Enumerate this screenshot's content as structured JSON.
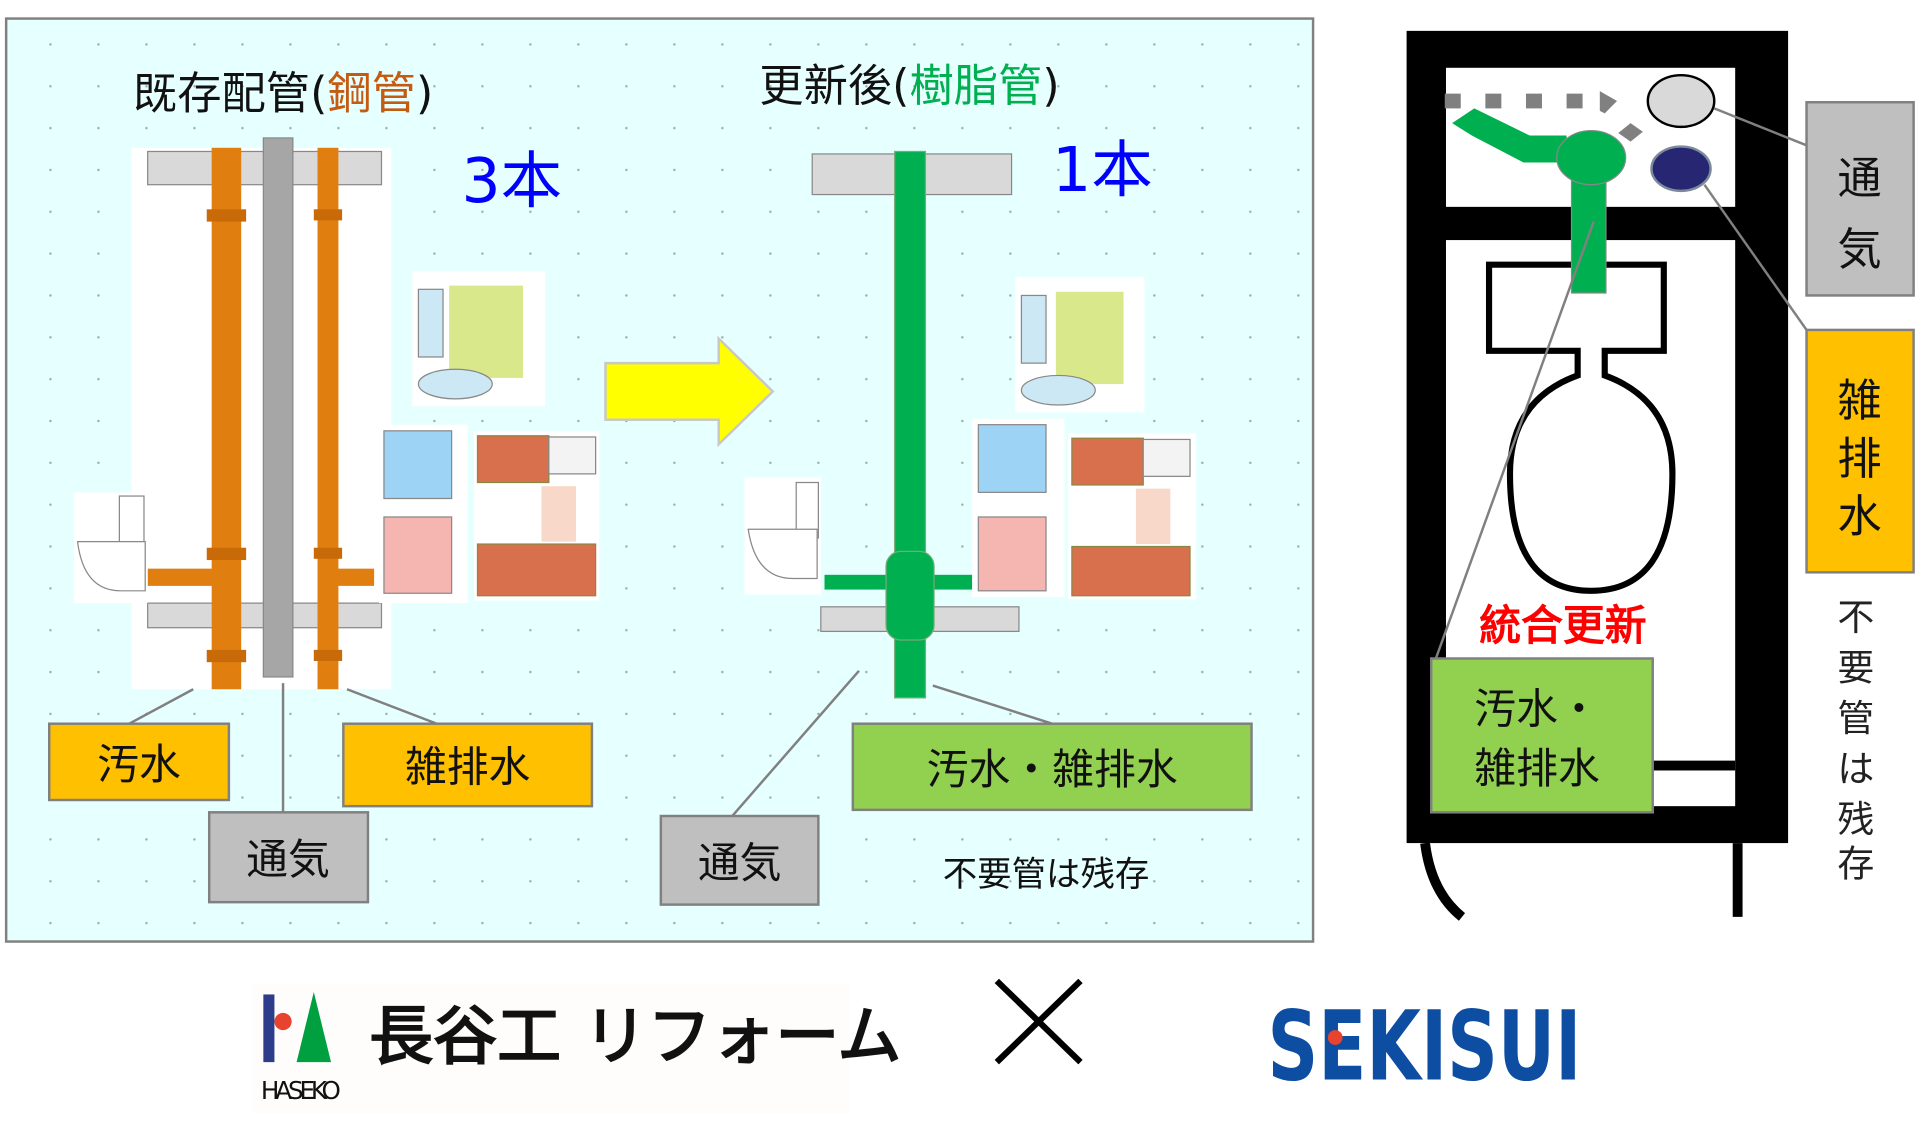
{
  "left_panel": {
    "before_title_prefix": "既存配管(",
    "before_title_material": "鋼管",
    "before_title_suffix": ")",
    "before_count": "3本",
    "after_title_prefix": "更新後(",
    "after_title_material": "樹脂管",
    "after_title_suffix": ")",
    "after_count": "1本",
    "labels": {
      "sewage": "汚水",
      "gray_water": "雑排水",
      "vent_before": "通気",
      "vent_after": "通気",
      "combined": "汚水・雑排水",
      "note": "不要管は残存"
    }
  },
  "right_diagram": {
    "vent": [
      "通",
      "気"
    ],
    "gray_water": [
      "雑",
      "排",
      "水"
    ],
    "integrated": "統合更新",
    "combined_line1": "汚水・",
    "combined_line2": "雑排水",
    "note": [
      "不",
      "要",
      "管",
      "は",
      "残",
      "存"
    ]
  },
  "logos": {
    "haseko_text": "長谷工 リフォーム",
    "haseko_sub": "HASEKO",
    "times": "×",
    "sekisui": "SEKISUI"
  },
  "colors": {
    "steel_pipe": "#E07F10",
    "resin_pipe": "#00B050",
    "vent_pipe": "#A6A6A6",
    "orange_label": "#FFC000",
    "green_label": "#92D050",
    "gray_label": "#BFBFBF",
    "count_blue": "#0000FF",
    "integrated_red": "#FF0000",
    "panel_bg": "#E6FFFF",
    "sekisui_blue": "#0D4EA2"
  }
}
